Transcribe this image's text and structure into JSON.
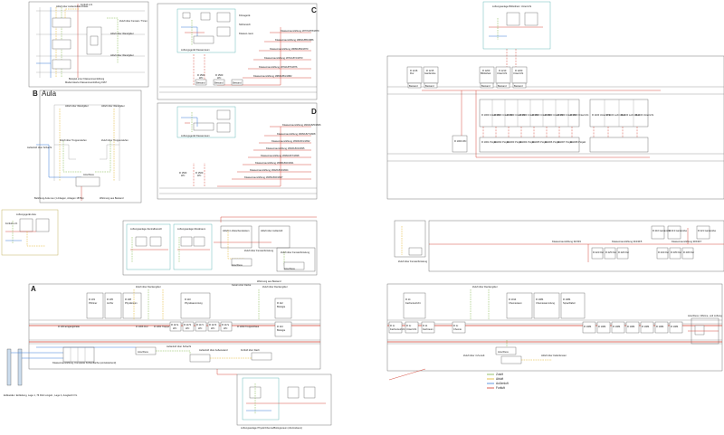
{
  "sections": {
    "b_label": "B",
    "b_title": "Aula",
    "c_label": "C",
    "d_label": "D",
    "a_label": "A"
  },
  "panel_top_left": {
    "caption1": "Beispiel einer Klassenraumlüftung",
    "caption2": "Modernisierte Klassenraumlüftung 1967",
    "notes": [
      "Abluft über Außenluftdurchlass",
      "Abluft über Wandgitter",
      "Abluft über Wandgitter",
      "Zuluft über Fenster / Türen",
      "Fortluft ü.D."
    ]
  },
  "panel_aula": {
    "notes": [
      "Abluft über Wandgitter",
      "Abluft über Wandgitter",
      "Zuluft über Treppenstufen",
      "Zuluft über Treppenstufen",
      "Außenluft über Schacht",
      "Anschluss"
    ],
    "caption": "Belüftung Aula neu (1 Anlagen, Anlagen 1876a)",
    "caption2": "Wärmung aus Bestand"
  },
  "panel_c": {
    "device_label": "Lüftungsgerät Klassenraum",
    "room_labels": [
      "Klimagerät",
      "Sitzbereich",
      "Klassen-raum"
    ],
    "chain": [
      "Klassenraumlüftung 1877/1878/1879",
      "Klassenraumlüftung 1884/1885/1886",
      "Klassenraumlüftung 1868/1869/1870",
      "Klassenraumlüftung 1871/1872/1873",
      "Klassenraumlüftung 1874/1875/1876",
      "Klassenraumlüftung 1880/1881/1882"
    ],
    "rooms": [
      {
        "id": "R 1563",
        "name": "WC"
      },
      {
        "id": "R 1560",
        "name": "WC"
      }
    ],
    "buttons": [
      "Bestand",
      "Bestand",
      "Bestand"
    ]
  },
  "panel_d": {
    "device_label": "Lüftungsgerät Klassenraum",
    "chain": [
      "Klassenraumlüftung 1824/1825/1826",
      "Klassenraumlüftung 1826/1827/1828",
      "Klassenraumlüftung 1830/1831/1832",
      "Klassenraumlüftung 1833/1834/1835",
      "Klassenraumlüftung 1836/1837/1838",
      "Klassenraumlüftung 1838/1840/1841",
      "Klassenraumlüftung 1842/1843/1844",
      "Klassenraumlüftung 1845/1846/1847"
    ],
    "rooms": [
      {
        "id": "R 1563",
        "name": "WC"
      },
      {
        "id": "R 1560",
        "name": "WC"
      }
    ]
  },
  "panel_right_upper": {
    "device_label": "Lüftungsanlage Bibliothek / Unterricht",
    "rooms_top": [
      {
        "id": "R 1216",
        "name": "Flur"
      },
      {
        "id": "R 1215",
        "name": "Garderobe"
      },
      {
        "id": "R 1200",
        "name": "Bibliothek"
      },
      {
        "id": "R 1210",
        "name": "Unterricht"
      },
      {
        "id": "R 1200",
        "name": "Unterricht"
      }
    ],
    "rooms_mid": [
      "R 1000 Unterricht",
      "R 1000 Unterricht",
      "R 1000 Unterricht",
      "R 1000 Unterricht",
      "R 1000 Unterricht",
      "R 1000 Unterricht",
      "R 1000 Unterricht",
      "R 1000 Unterricht"
    ],
    "rooms_mid_right": [
      "R 1100 Unterricht",
      "R 1100 Lehrmittel",
      "R 1100 Lehrmittel",
      "R 1100 Unterricht"
    ],
    "rooms_low": [
      "R 1000 WC",
      "R 1001 Projekt",
      "R 1002 Projekt",
      "R 1003 Projekt",
      "R 1004 Projekt",
      "R 1005 Projekt",
      "R 1006 Projekt",
      "R 1007 Projekt",
      "R 1008 Projekt"
    ],
    "bestand": "Bestand"
  },
  "panel_mid_left": {
    "device_label": "Lüftungsgerät Aula",
    "notes": [
      "Fortluft ü.D."
    ]
  },
  "panel_mid_center": {
    "device_label1": "Lüftungsanlage Zentralbereich",
    "device_label2": "Lüftungsanlage Musikraum",
    "notes": [
      "Abluft in Zwischendecken",
      "Abluft über Außenluft",
      "Zuluft über Fensterbrüstung",
      "Zuluft über Fensterbrüstung",
      "Anschluss",
      "Anschluss"
    ],
    "caption": "Wärmung aus Bestand",
    "caption2": "Kanal unter Decke"
  },
  "panel_a": {
    "rooms": [
      {
        "id": "R 103",
        "name": "Pförtner"
      },
      {
        "id": "R 105",
        "name": "Archiv"
      },
      {
        "id": "R 108",
        "name": "Physikraum"
      },
      {
        "id": "R 110",
        "name": "Physiksammlung"
      },
      {
        "id": "R 117a",
        "name": "WC"
      },
      {
        "id": "R 117b",
        "name": "WC"
      },
      {
        "id": "R 117c",
        "name": "WC"
      },
      {
        "id": "R 117d",
        "name": "WC"
      },
      {
        "id": "R 117e",
        "name": "WC"
      },
      {
        "id": "R 112",
        "name": "Biologie"
      },
      {
        "id": "R 113",
        "name": "Biologie"
      }
    ],
    "lower": [
      "R 100 Eingangshalle",
      "R 100b Flur",
      "R 100c Treppe",
      "R 100d Treppenhaus"
    ],
    "notes": [
      "Zuluft über Deckengitter",
      "Zuluft über Deckengitter",
      "Außenluft über Schacht",
      "Außenluft über Außenwand",
      "Fortluft über Dach",
      "Anschluss"
    ],
    "bottom_caption": "Klassenraumlüftung, Komplette Kühlenfläche (einzelstehend)",
    "bottom_note": "Erdkanäle / Erdleitung, Lage 1, 76 Rohr eingeb., Lage 2, Ausgleich IVL",
    "detail_caption": "Lüftungsanlage Physik/Chemie/Biologieraum (Zentralraum)"
  },
  "panel_right_lower": {
    "rooms": [
      {
        "id": "R 14",
        "name": "Fachunterricht"
      },
      {
        "id": "R 1014",
        "name": "Chemieraum"
      },
      {
        "id": "R 1084",
        "name": "Chemiesammlung"
      },
      {
        "id": "R 1084",
        "name": "Sprachlabor"
      },
      {
        "id": "R 1x",
        "name": "Fachunterricht"
      },
      {
        "id": "R 1x",
        "name": "Unterricht"
      },
      {
        "id": "R 11",
        "name": "Fachraum"
      },
      {
        "id": "R 1x",
        "name": "Chemie"
      }
    ],
    "rooms_right": [
      "R 1084",
      "R 1084",
      "R 1084",
      "R 1084",
      "R 1084",
      "R 1084",
      "R 1084"
    ],
    "chain_right": [
      "Klassenraumlüftung 3F/3F3",
      "Klassenraumlüftung 3F4/3F5",
      "Klassenraumlüftung 3F6/3F7"
    ],
    "upper_rooms": [
      "R 210 Garderobe",
      "R 213 Garderobe",
      "R 221 Garderobe",
      "R 224 Flur",
      "R 225 Flur",
      "R 226 Flur",
      "R 234 Flur",
      "R 235 Flur",
      "R 236 Flur"
    ],
    "notes": [
      "Zuluft über Deckengitter",
      "Zuluft über Fensterbrüstung",
      "Anschluss",
      "Zuluft über 4 Zu-ludt",
      "Abluft über Kellerfenster"
    ],
    "right_label": "Anschluss / Wärme- und Lüftung"
  },
  "legend": {
    "title": "",
    "items": [
      {
        "label": "Zuluft",
        "color": "#7cb342"
      },
      {
        "label": "Abluft",
        "color": "#e0b020"
      },
      {
        "label": "Außenluft",
        "color": "#3b7dd8"
      },
      {
        "label": "Fortluft",
        "color": "#d23a2a"
      }
    ]
  },
  "colors": {
    "zuluft": "#7cb342",
    "abluft": "#e0b020",
    "aussenluft": "#3b7dd8",
    "fortluft": "#d23a2a",
    "frame": "#555555"
  }
}
